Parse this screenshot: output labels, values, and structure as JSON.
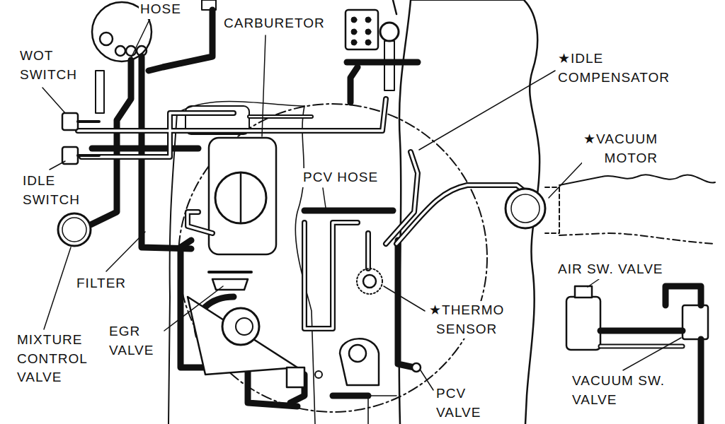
{
  "diagram": {
    "labels": [
      "HOSE",
      "CARBURETOR",
      "WOT SWITCH",
      "★IDLE COMPENSATOR",
      "★VACUUM MOTOR",
      "IDLE SWITCH",
      "PCV HOSE",
      "FILTER",
      "AIR SW. VALVE",
      "★THERMO SENSOR",
      "EGR VALVE",
      "MIXTURE CONTROL VALVE",
      "VACUUM SW. VALVE",
      "PCV VALVE"
    ]
  }
}
